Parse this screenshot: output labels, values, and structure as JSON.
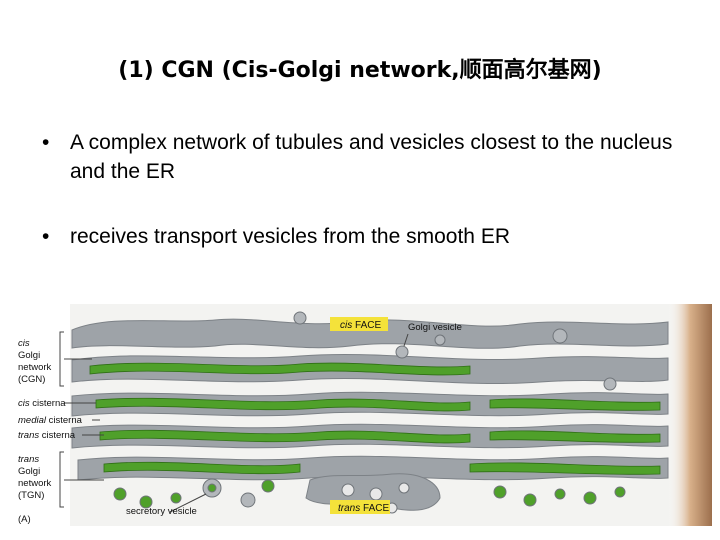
{
  "title": "(1) CGN (Cis-Golgi network,顺面高尔基网)",
  "bullets": [
    "A complex network of tubules and vesicles closest to the nucleus and the ER",
    "receives transport vesicles from the smooth ER"
  ],
  "bullet_symbol": "•",
  "figure": {
    "labels": {
      "cgn_1": "cis",
      "cgn_2": "Golgi",
      "cgn_3": "network",
      "cgn_4": "(CGN)",
      "cis_cisterna_1": "cis",
      "cis_cisterna_2": " cisterna",
      "medial_cisterna_1": "medial",
      "medial_cisterna_2": " cisterna",
      "trans_cisterna_1": "trans",
      "trans_cisterna_2": " cisterna",
      "tgn_1": "trans",
      "tgn_2": "Golgi",
      "tgn_3": "network",
      "tgn_4": "(TGN)",
      "panel": "(A)",
      "cis_face_1": "cis",
      "cis_face_2": " FACE",
      "golgi_vesicle": "Golgi vesicle",
      "secretory_vesicle": "secretory vesicle",
      "trans_face_1": "trans",
      "trans_face_2": " FACE"
    },
    "colors": {
      "membrane_gray": "#9ea3a8",
      "lumen_green": "#4fa02a",
      "face_yellow": "#f4e23a",
      "page_edge": "#b98f68"
    }
  }
}
